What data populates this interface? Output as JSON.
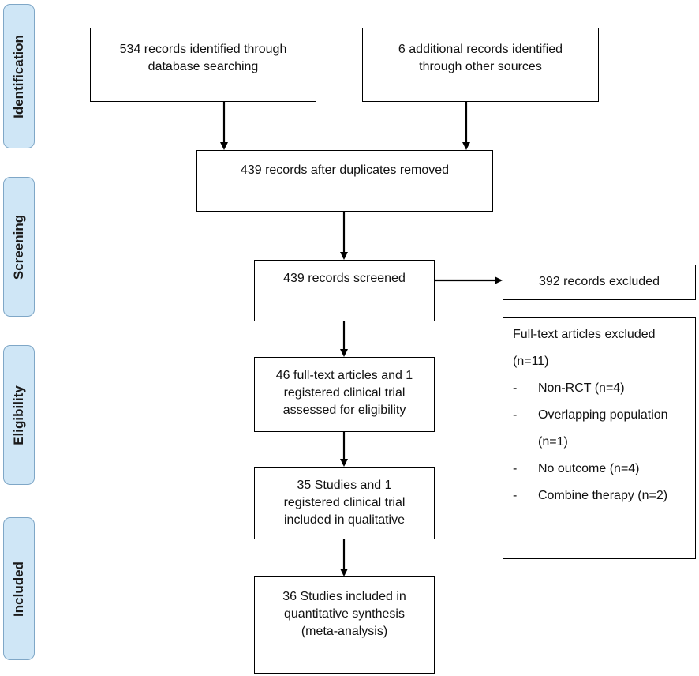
{
  "phases": {
    "identification": "Identification",
    "screening": "Screening",
    "eligibility": "Eligibility",
    "included": "Included"
  },
  "boxes": {
    "db_search": "534 records identified through database searching",
    "other_sources": "6 additional records identified through other sources",
    "after_duplicates": "439 records after duplicates removed",
    "screened": "439 records screened",
    "excluded": "392 records excluded",
    "fulltext_assessed": "46 full-text articles and 1 registered clinical trial assessed for eligibility",
    "qualitative": "35 Studies and 1 registered clinical trial included in qualitative",
    "quantitative": "36 Studies included in quantitative synthesis (meta-analysis)"
  },
  "fulltext_excluded": {
    "title": "Full-text articles excluded",
    "count": "(n=11)",
    "reasons": [
      {
        "dash": "-",
        "text": "Non-RCT (n=4)"
      },
      {
        "dash": "-",
        "text": "Overlapping population (n=1)"
      },
      {
        "dash": "-",
        "text": "No outcome (n=4)"
      },
      {
        "dash": "-",
        "text": "Combine therapy (n=2)"
      }
    ]
  },
  "colors": {
    "phase_fill": "#cfe6f6",
    "phase_border": "#7fa7c7",
    "box_border": "#000000"
  }
}
